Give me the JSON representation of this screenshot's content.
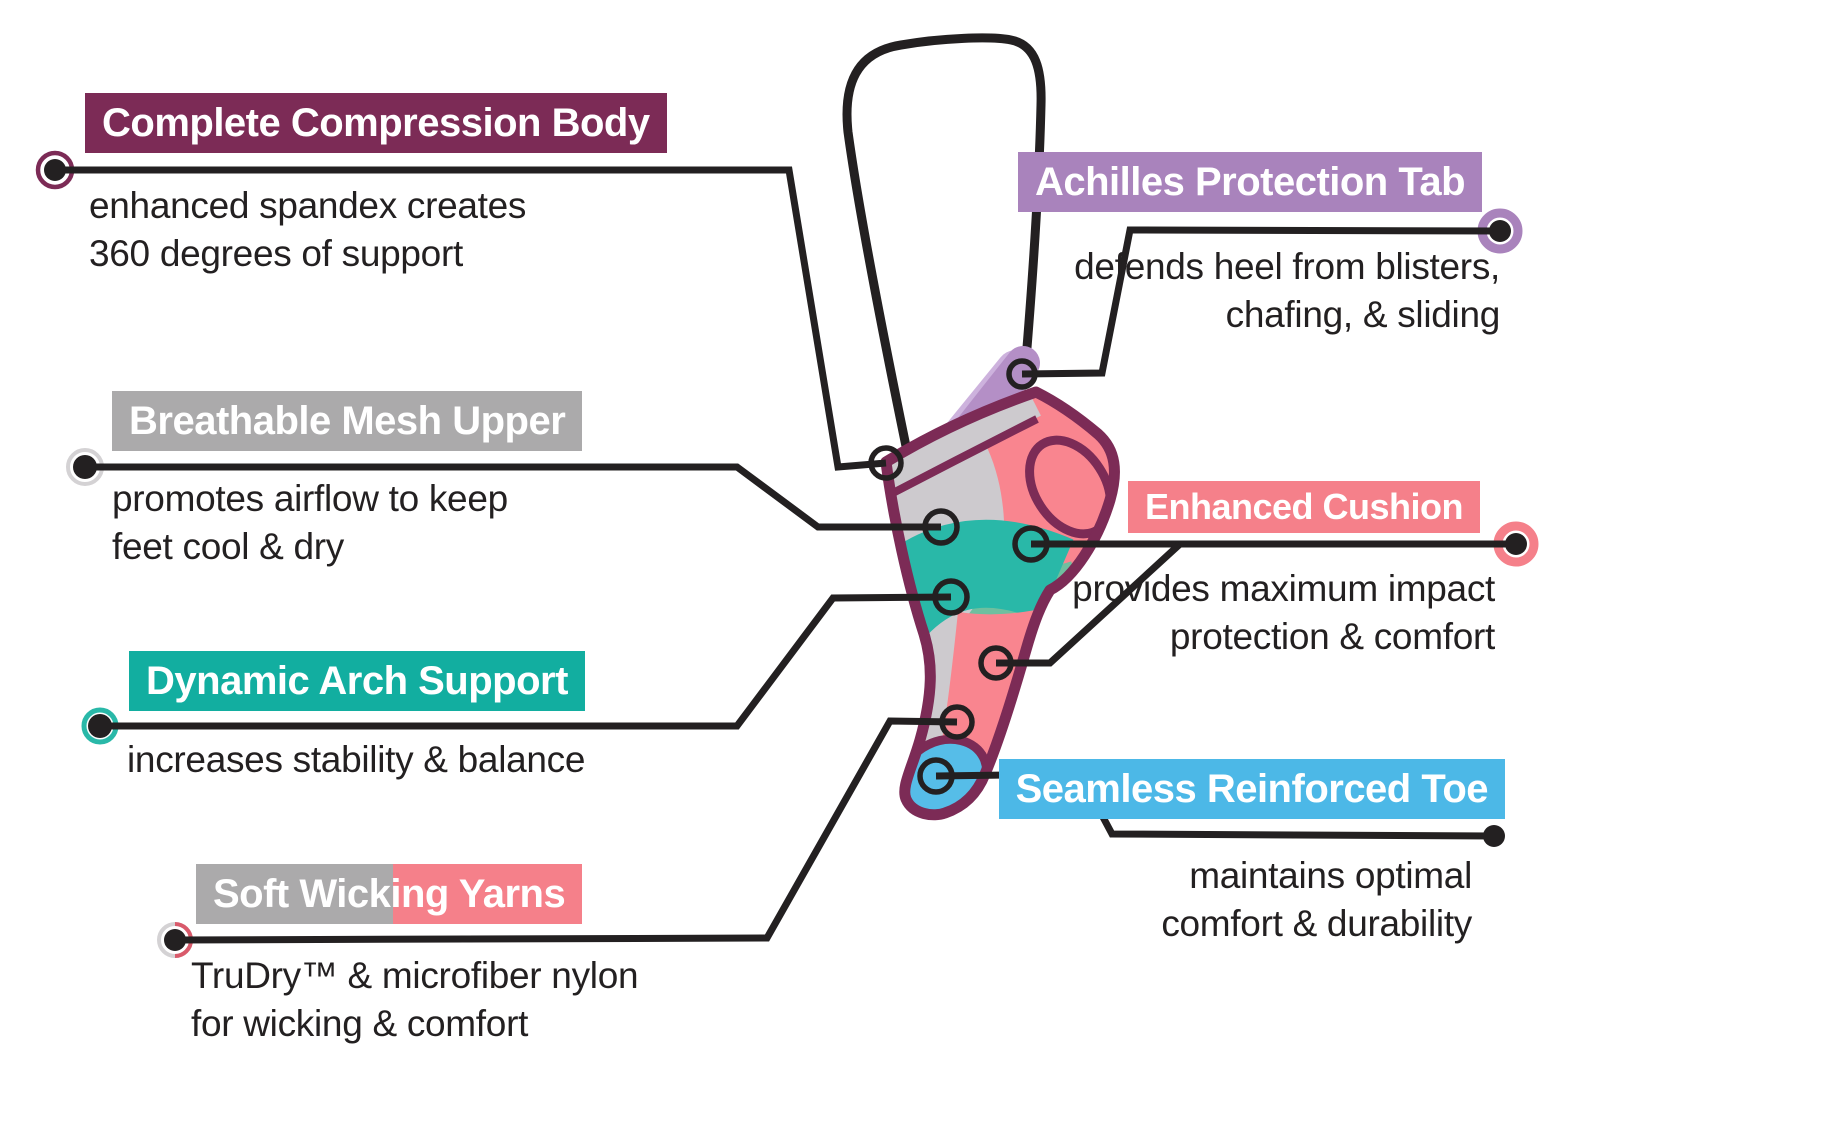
{
  "colors": {
    "background": "#FFFFFF",
    "line-black": "#232021",
    "text": "#232021",
    "maroon": "#7C2B56",
    "purple": "#A983BC",
    "purple-tab": "#B48FC6",
    "purple-tab-light": "#CDB2DD",
    "gray-label": "#ABAAAB",
    "gray-sock": "#CDCACE",
    "teal-label": "#12AEA0",
    "teal-sock": "#29B8A8",
    "sage": "#6FBF9F",
    "pink-label": "#F5808A",
    "pink-sock": "#F9858F",
    "blue-label": "#4CB8E7",
    "blue-sock": "#56BDE8",
    "ring-gray": "#D4D2D4",
    "ring-red": "#D95A6B"
  },
  "features": [
    {
      "key": "compression",
      "title": "Complete Compression Body",
      "desc_line1": "enhanced spandex creates",
      "desc_line2": "360 degrees of support"
    },
    {
      "key": "achilles",
      "title": "Achilles Protection Tab",
      "desc_line1": "defends heel from blisters,",
      "desc_line2": "chafing, & sliding"
    },
    {
      "key": "mesh",
      "title": "Breathable Mesh Upper",
      "desc_line1": "promotes airflow to keep",
      "desc_line2": "feet cool & dry"
    },
    {
      "key": "cushion",
      "title": "Enhanced Cushion",
      "desc_line1": "provides maximum impact",
      "desc_line2": "protection & comfort"
    },
    {
      "key": "arch",
      "title": "Dynamic Arch Support",
      "desc_line1": "increases stability & balance",
      "desc_line2": ""
    },
    {
      "key": "wicking",
      "title": "Soft Wicking Yarns",
      "desc_line1": "TruDry™ & microfiber nylon",
      "desc_line2": "for wicking & comfort"
    },
    {
      "key": "toe",
      "title": "Seamless Reinforced Toe",
      "desc_line1": "maintains optimal",
      "desc_line2": "comfort & durability"
    }
  ]
}
